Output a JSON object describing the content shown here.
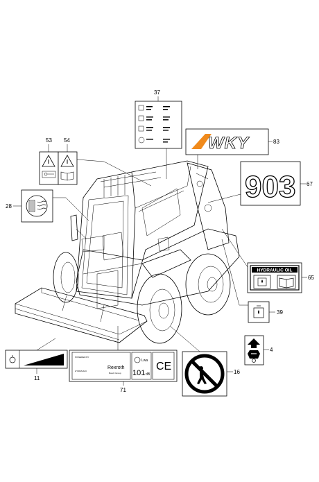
{
  "callouts": {
    "c37": "37",
    "c83": "83",
    "c53": "53",
    "c54": "54",
    "c67": "67",
    "c28": "28",
    "c65": "65",
    "c39": "39",
    "c4": "4",
    "c11": "11",
    "c71": "71",
    "c16": "16"
  },
  "decals": {
    "logo": "WKY",
    "model": "903",
    "hydraulic_oil": "HYDRAULIC OIL",
    "powered_by": "POWERED BY",
    "hydraulic": "HYDRAULIC",
    "brand": "Rexroth",
    "group": "Bosch Group",
    "noise_label": "Lwa",
    "noise_value": "101",
    "noise_unit": "dB",
    "ce": "CE"
  },
  "colors": {
    "logo_orange": "#f08a1c",
    "line": "#000000",
    "background": "#ffffff"
  },
  "icons": [
    "warning-triangle-icon",
    "manual-book-icon",
    "radiator-icon",
    "oil-can-icon",
    "lift-arrow-icon",
    "no-person-icon",
    "hook-icon"
  ]
}
